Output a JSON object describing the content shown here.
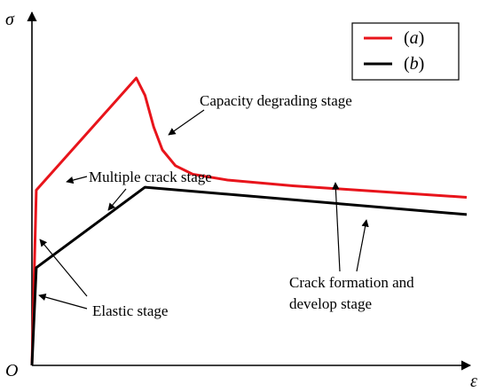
{
  "chart_data": {
    "type": "line",
    "axes": {
      "y_symbol": "σ",
      "x_symbol": "ε",
      "origin": "O"
    },
    "series": [
      {
        "name": "(a)",
        "color": "#e8141b",
        "points": [
          [
            0,
            0
          ],
          [
            0.01,
            0.61
          ],
          [
            0.24,
            1.0
          ],
          [
            0.26,
            0.94
          ],
          [
            0.28,
            0.83
          ],
          [
            0.3,
            0.75
          ],
          [
            0.33,
            0.695
          ],
          [
            0.37,
            0.665
          ],
          [
            0.45,
            0.645
          ],
          [
            0.6,
            0.625
          ],
          [
            0.75,
            0.61
          ],
          [
            0.9,
            0.595
          ],
          [
            1.0,
            0.585
          ]
        ]
      },
      {
        "name": "(b)",
        "color": "#000000",
        "points": [
          [
            0,
            0
          ],
          [
            0.01,
            0.34
          ],
          [
            0.26,
            0.62
          ],
          [
            1.0,
            0.525
          ]
        ]
      }
    ],
    "annotations": [
      {
        "text": "Capacity degrading stage"
      },
      {
        "text": "Multiple crack stage"
      },
      {
        "text": "Elastic stage"
      },
      {
        "text": "Crack formation and"
      },
      {
        "text": "develop stage"
      }
    ],
    "legend_position": "top-right",
    "grid": false
  }
}
